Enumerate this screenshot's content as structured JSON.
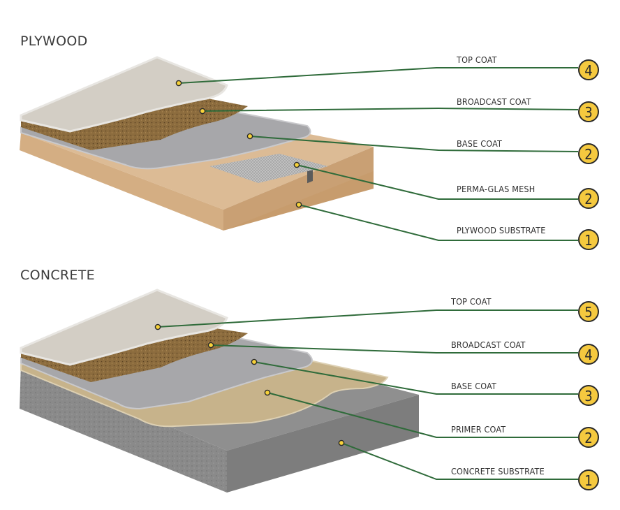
{
  "colors": {
    "leader_line": "#2f6b3a",
    "badge_fill": "#f5c93f",
    "badge_stroke": "#2a2a2a",
    "dot_fill": "#f7d23a",
    "top_coat": "#cfcac1",
    "broadcast_coat": "#8c6c3e",
    "base_coat": "#a9a9ab",
    "primer_coat": "#c8b48c",
    "plywood": "#d9b892",
    "concrete": "#8e8e8e",
    "mesh": "#bdbdbd"
  },
  "sections": [
    {
      "title": "PLYWOOD",
      "layers": [
        {
          "label": "TOP COAT",
          "number": "4"
        },
        {
          "label": "BROADCAST COAT",
          "number": "3"
        },
        {
          "label": "BASE COAT",
          "number": "2"
        },
        {
          "label": "PERMA-GLAS MESH",
          "number": "2"
        },
        {
          "label": "PLYWOOD SUBSTRATE",
          "number": "1"
        }
      ]
    },
    {
      "title": "CONCRETE",
      "layers": [
        {
          "label": "TOP COAT",
          "number": "5"
        },
        {
          "label": "BROADCAST COAT",
          "number": "4"
        },
        {
          "label": "BASE COAT",
          "number": "3"
        },
        {
          "label": "PRIMER COAT",
          "number": "2"
        },
        {
          "label": "CONCRETE SUBSTRATE",
          "number": "1"
        }
      ]
    }
  ]
}
